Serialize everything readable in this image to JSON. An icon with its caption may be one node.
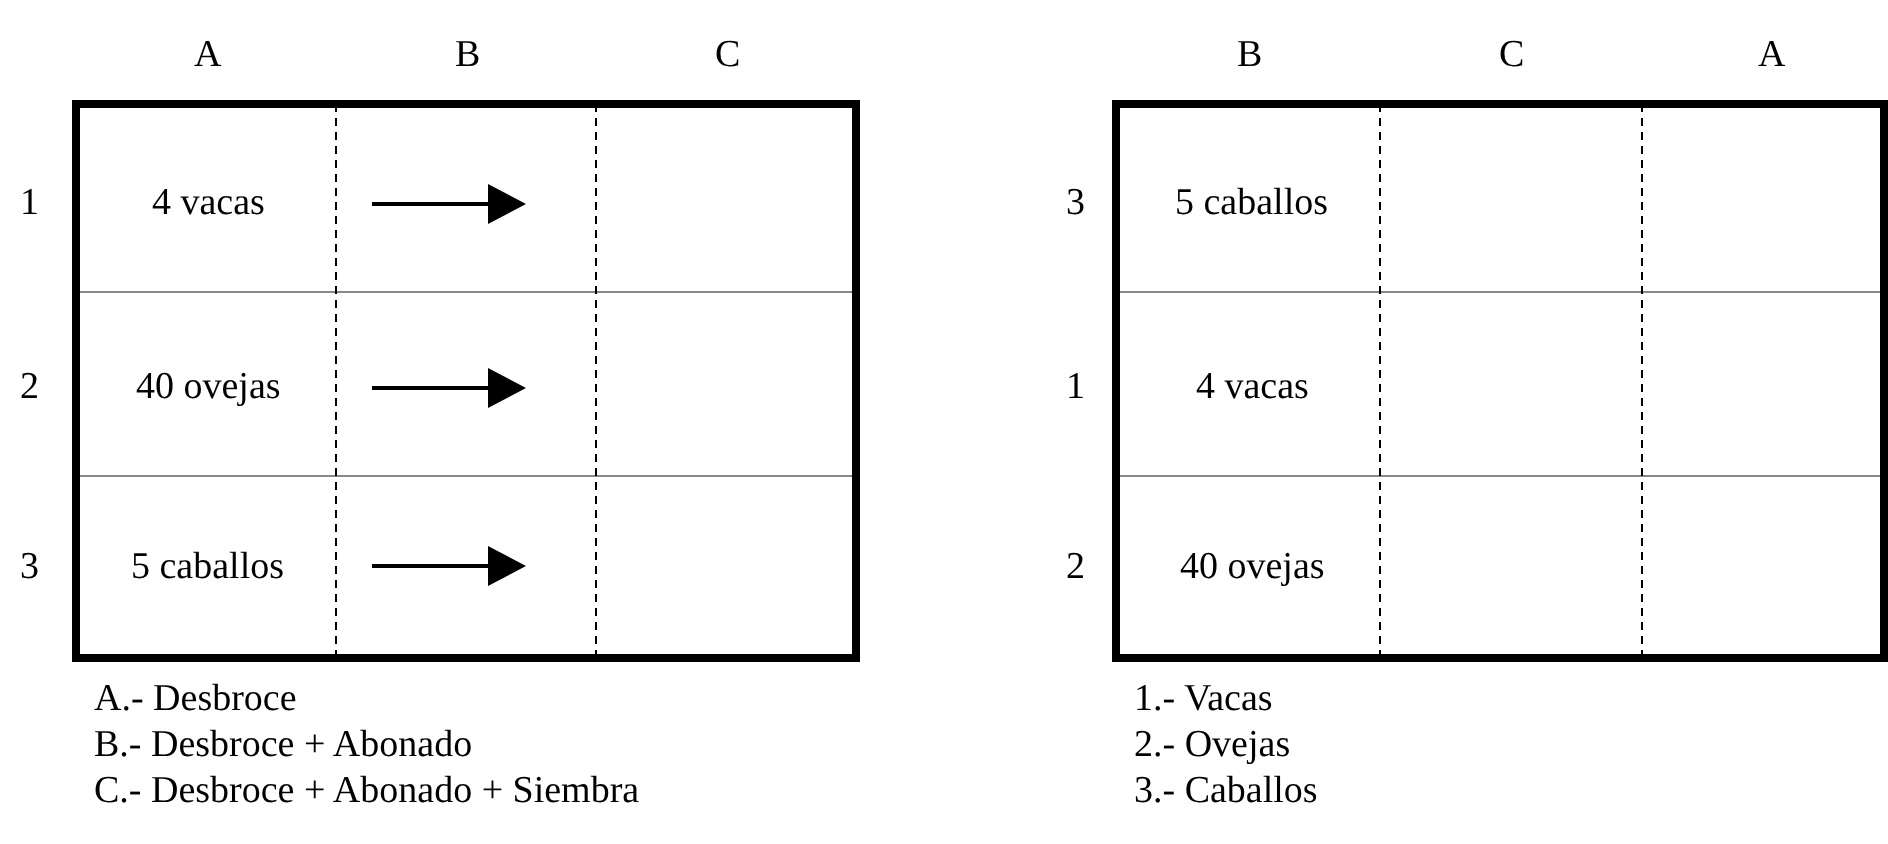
{
  "diagram": {
    "labels": [
      "A",
      "B",
      "C",
      "B",
      "C",
      "A",
      "1",
      "4 vacas",
      "3",
      "5 caballos",
      "2",
      "40 ovejas",
      "1",
      "4 vacas",
      "3",
      "5 caballos",
      "2",
      "40 ovejas",
      "A.- Desbroce",
      "1.- Vacas",
      "B.- Desbroce + Abonado",
      "2.- Ovejas",
      "C.- Desbroce + Abonado + Siembra",
      "3.- Caballos"
    ]
  }
}
